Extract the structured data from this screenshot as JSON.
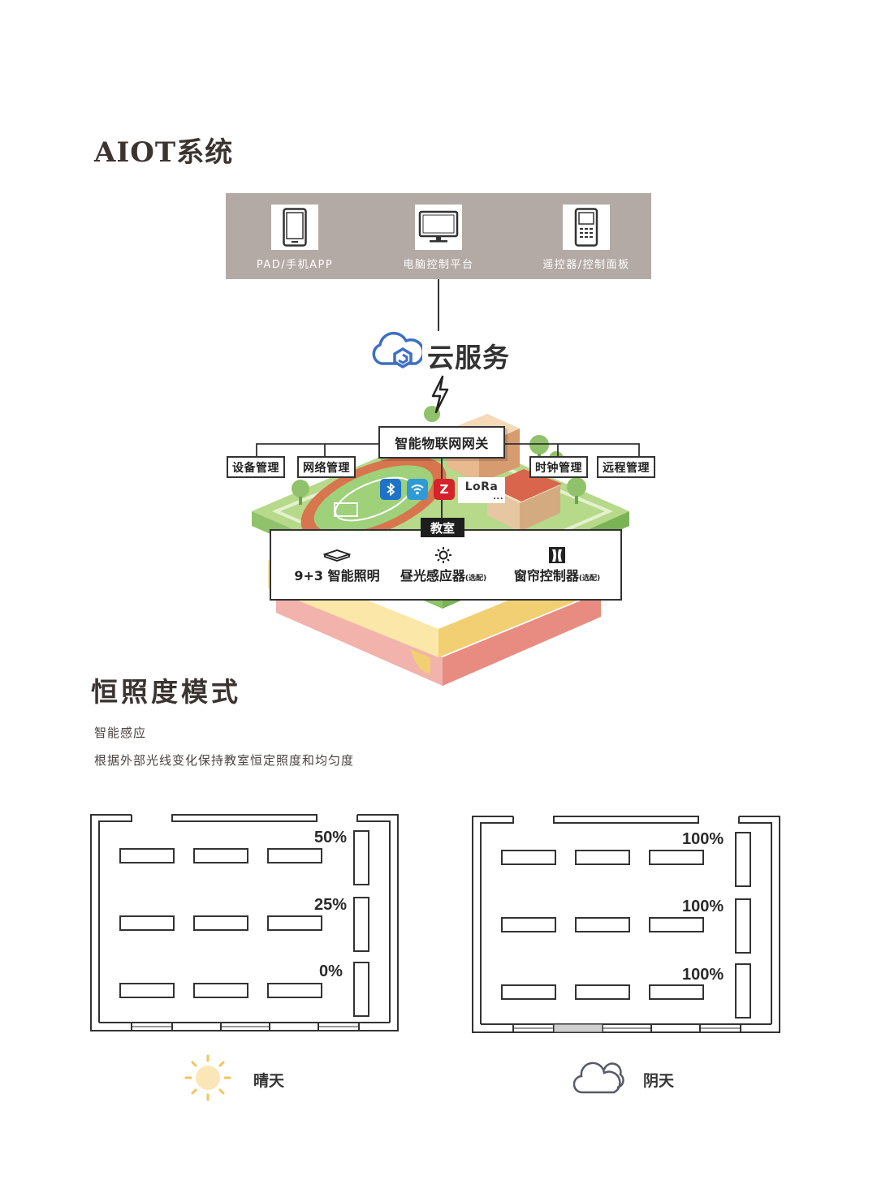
{
  "headings": {
    "aiot_title": "AIOT系统",
    "mode_title": "恒照度模式",
    "mode_line1": "智能感应",
    "mode_line2": "根据外部光线变化保持教室恒定照度和均匀度"
  },
  "devices": [
    {
      "icon": "tablet-icon",
      "label": "PAD/手机APP"
    },
    {
      "icon": "monitor-icon",
      "label": "电脑控制平台"
    },
    {
      "icon": "remote-control-icon",
      "label": "遥控器/控制面板"
    }
  ],
  "cloud": {
    "icon": "cloud-service-icon",
    "label": "云服务"
  },
  "gateway": {
    "label": "智能物联网网关"
  },
  "management": {
    "left": [
      "设备管理",
      "网络管理"
    ],
    "right": [
      "时钟管理",
      "远程管理"
    ]
  },
  "protocols": {
    "bluetooth": "bluetooth-icon",
    "wifi": "wifi-icon",
    "zigbee": "Z",
    "lora": "LoRa",
    "more": "..."
  },
  "classroom": {
    "tag": "教室",
    "items": [
      {
        "icon": "panel-light-icon",
        "label": "9+3 智能照明",
        "note": ""
      },
      {
        "icon": "sun-sensor-icon",
        "label": "昼光感应器",
        "note": "(选配)"
      },
      {
        "icon": "curtain-icon",
        "label": "窗帘控制器",
        "note": "(选配)"
      }
    ]
  },
  "rooms": [
    {
      "weather": "晴天",
      "weather_icon": "sun-icon",
      "levels": [
        "50%",
        "25%",
        "0%"
      ]
    },
    {
      "weather": "阴天",
      "weather_icon": "cloud-icon",
      "levels": [
        "100%",
        "100%",
        "100%"
      ]
    }
  ],
  "colors": {
    "panel_gray": "#b3aaa5",
    "cloud_blue": "#3d6fc1",
    "bluetooth": "#1e73c8",
    "wifi": "#2f9bd6",
    "zigbee": "#d6222a",
    "sun": "#f5d48a"
  }
}
